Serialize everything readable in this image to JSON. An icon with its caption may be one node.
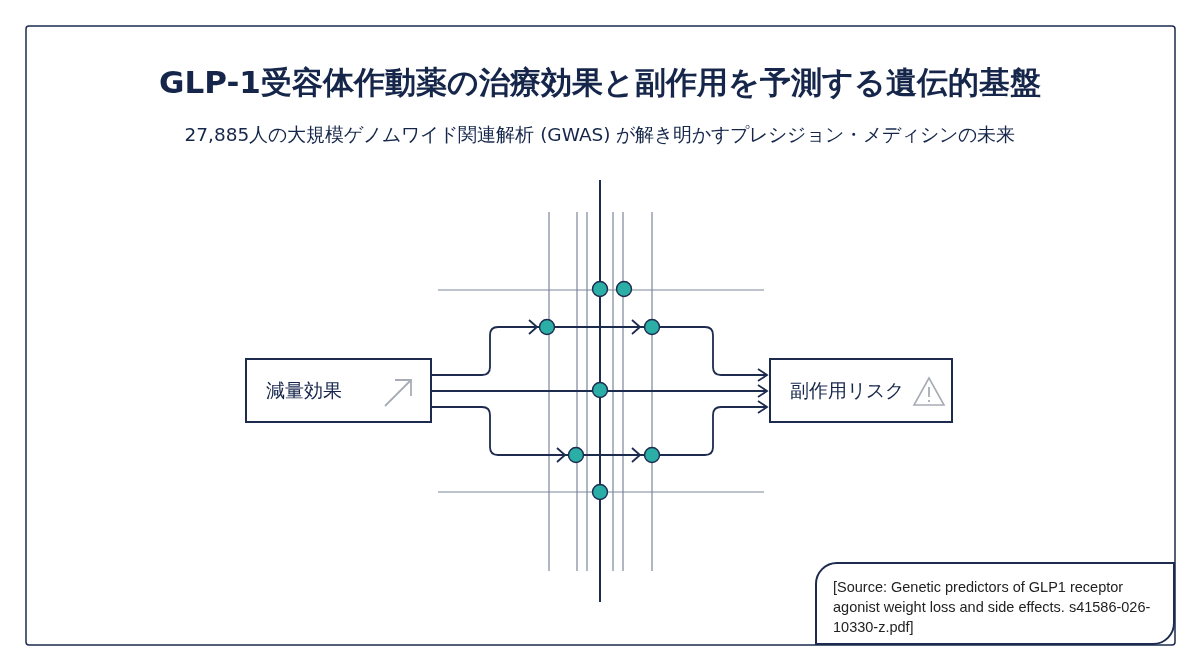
{
  "diagram": {
    "title": "GLP-1受容体作動薬の治療効果と副作用を予測する遺伝的基盤",
    "caption": "27,885人の大規模ゲノムワイド関連解析 (GWAS) が解き明かすプレシジョン・メディシンの未来",
    "nodes": [
      {
        "text": [
          "減量効果"
        ]
      },
      {
        "text": [
          "副作用リスク"
        ]
      },
      {
        "text": [
          "[Source: Genetic predictors of GLP1 receptor agonist weight loss and side effects. s41586-026-10330-z.pdf]"
        ]
      }
    ],
    "edges": [
      {
        "from": 0,
        "to": 1,
        "arrow": "to"
      },
      {
        "from": 0,
        "to": 1,
        "arrow": "to"
      },
      {
        "from": 0,
        "to": 1,
        "arrow": "to"
      }
    ]
  }
}
